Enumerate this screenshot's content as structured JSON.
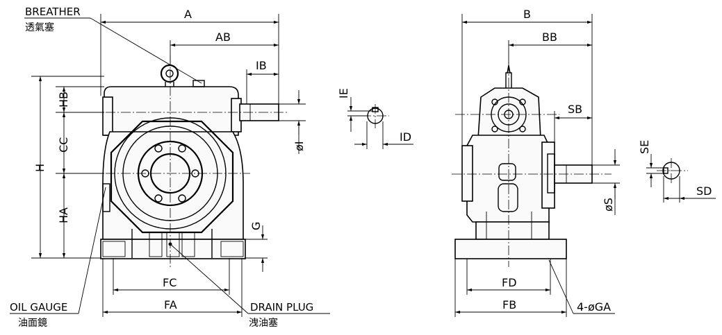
{
  "labels": {
    "breather": "BREATHER",
    "breather_cn": "透氣塞",
    "oil_gauge": "OIL GAUGE",
    "oil_gauge_cn": "油面鏡",
    "drain_plug": "DRAIN PLUG",
    "drain_plug_cn": "洩油塞",
    "mount_holes": "4-øGA"
  },
  "front_view": {
    "A": "A",
    "AB": "AB",
    "IB": "IB",
    "HB": "HB",
    "CC": "CC",
    "H": "H",
    "HA": "HA",
    "phiI": "øI",
    "G": "G",
    "FC": "FC",
    "FA": "FA"
  },
  "key_detail_input": {
    "IE": "IE",
    "ID": "ID"
  },
  "side_view": {
    "B": "B",
    "BB": "BB",
    "SB": "SB",
    "phiS": "øS",
    "FD": "FD",
    "FB": "FB"
  },
  "key_detail_output": {
    "SE": "SE",
    "SD": "SD"
  }
}
